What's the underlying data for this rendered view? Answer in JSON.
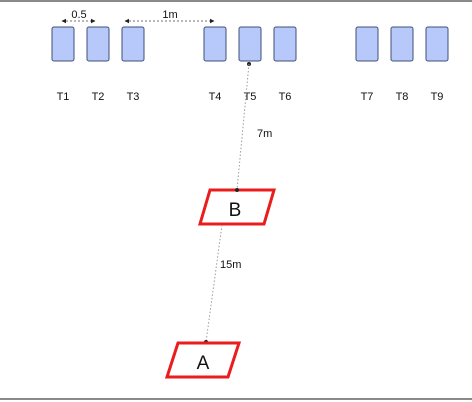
{
  "diagram": {
    "top_dimensions": {
      "small_gap": "0.5",
      "large_gap": "1m"
    },
    "targets": [
      {
        "label": "T1"
      },
      {
        "label": "T2"
      },
      {
        "label": "T3"
      },
      {
        "label": "T4"
      },
      {
        "label": "T5"
      },
      {
        "label": "T6"
      },
      {
        "label": "T7"
      },
      {
        "label": "T8"
      },
      {
        "label": "T9"
      }
    ],
    "points": {
      "a_label": "A",
      "b_label": "B"
    },
    "distances": {
      "t5_to_b": "7m",
      "b_to_a": "15m"
    },
    "colors": {
      "target_fill": "#b7c9fb",
      "target_stroke": "#3f4f76",
      "marker_stroke": "#ea1c1c",
      "line": "#9c9c9c"
    }
  }
}
